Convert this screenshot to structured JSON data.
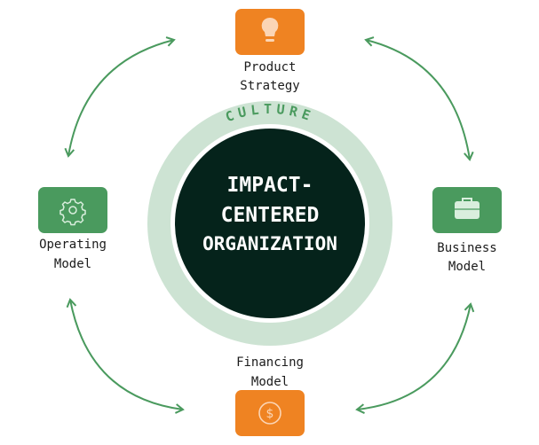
{
  "center": {
    "line1": "IMPACT-",
    "line2": "CENTERED",
    "line3": "ORGANIZATION"
  },
  "ring": {
    "label": "CULTURE"
  },
  "nodes": {
    "product": {
      "line1": "Product",
      "line2": "Strategy",
      "icon": "lightbulb-icon",
      "color": "#ef8322"
    },
    "operating": {
      "line1": "Operating",
      "line2": "Model",
      "icon": "gear-icon",
      "color": "#4a9a5e"
    },
    "business": {
      "line1": "Business",
      "line2": "Model",
      "icon": "briefcase-icon",
      "color": "#4a9a5e"
    },
    "financing": {
      "line1": "Financing",
      "line2": "Model",
      "icon": "dollar-coin-icon",
      "color": "#ef8322"
    }
  },
  "colors": {
    "dark": "#05231b",
    "ring": "#cde3d3",
    "arrow": "#4a9a5e"
  }
}
